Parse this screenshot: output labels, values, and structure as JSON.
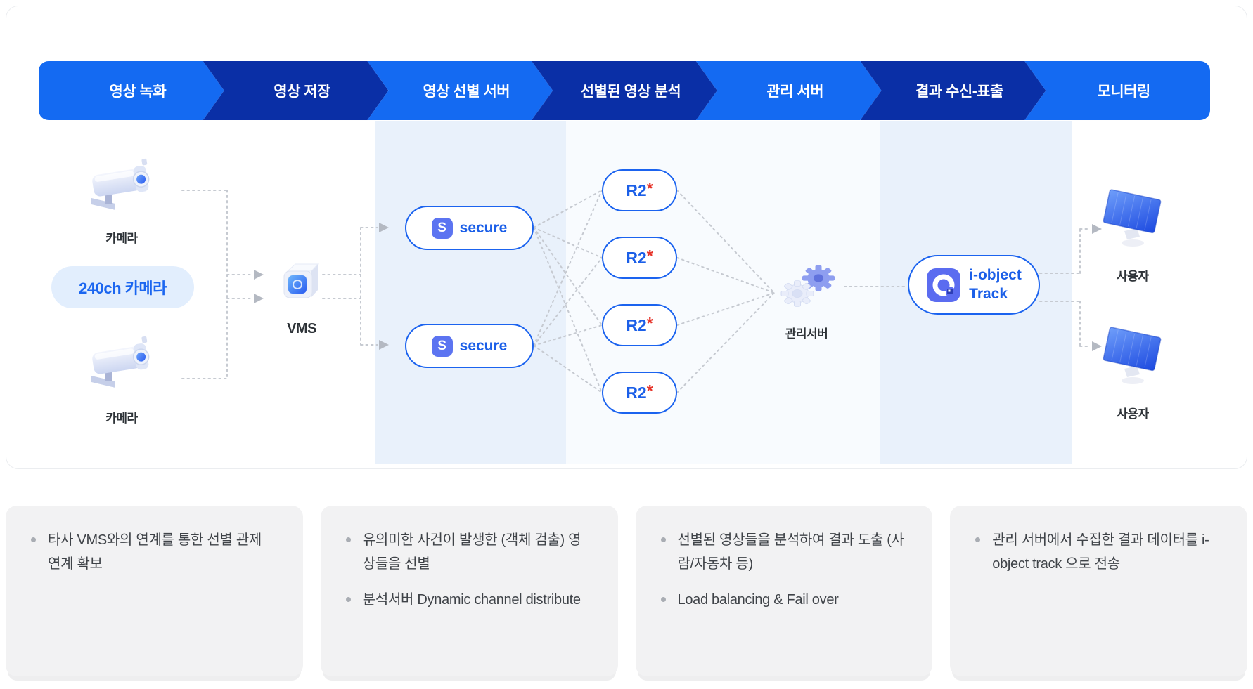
{
  "flow": {
    "steps": [
      {
        "label": "영상 녹화"
      },
      {
        "label": "영상 저장"
      },
      {
        "label": "영상 선별 서버"
      },
      {
        "label": "선별된 영상 분석"
      },
      {
        "label": "관리 서버"
      },
      {
        "label": "결과 수신-표출"
      },
      {
        "label": "모니터링"
      }
    ]
  },
  "diagram": {
    "camera_top_label": "카메라",
    "camera_bottom_label": "카메라",
    "channel_badge": "240ch 카메라",
    "vms_label": "VMS",
    "secure_nodes": [
      {
        "icon_letter": "S",
        "label": "secure"
      },
      {
        "icon_letter": "S",
        "label": "secure"
      }
    ],
    "analysis_nodes": [
      {
        "label": "R2",
        "mark": "*"
      },
      {
        "label": "R2",
        "mark": "*"
      },
      {
        "label": "R2",
        "mark": "*"
      },
      {
        "label": "R2",
        "mark": "*"
      }
    ],
    "management_server_label": "관리서버",
    "iobject": {
      "label_line1": "i-object",
      "label_line2": "Track"
    },
    "user_top_label": "사용자",
    "user_bottom_label": "사용자"
  },
  "cards": [
    {
      "bullets": [
        "타사 VMS와의 연계를 통한 선별 관제 연계 확보"
      ]
    },
    {
      "bullets": [
        "유의미한 사건이 발생한 (객체 검출) 영상들을 선별",
        "분석서버 Dynamic channel distribute"
      ]
    },
    {
      "bullets": [
        "선별된 영상들을 분석하여 결과 도출 (사람/자동차 등)",
        "Load balancing & Fail over"
      ]
    },
    {
      "bullets": [
        "관리 서버에서 수집한 결과 데이터를 i-object track 으로 전송"
      ]
    }
  ],
  "colors": {
    "c-bright": "#146af2",
    "c-dark": "#0a2fa6",
    "c-band": "#e9f1fb",
    "c-band-faint": "#f8fbfe",
    "c-border": "#1b63ef",
    "c-nodetext": "#1b5fe8",
    "c-star": "#e63329",
    "c-indigo": "#5c74f1",
    "c-badge-bg": "#e2eefd",
    "c-badge-text": "#1b66f0",
    "c-card": "#f2f2f3",
    "c-text": "#3f4348"
  }
}
